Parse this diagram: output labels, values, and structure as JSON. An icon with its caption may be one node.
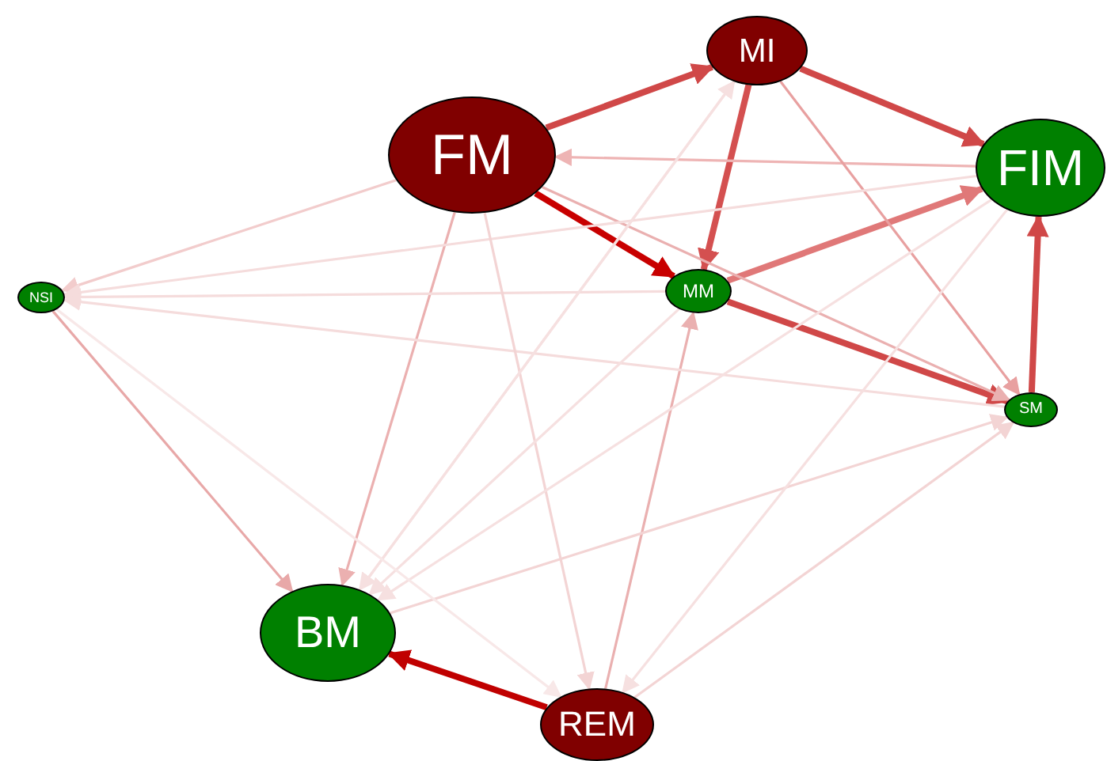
{
  "diagram": {
    "nodes": [
      {
        "text": [
          "FM"
        ]
      },
      {
        "text": [
          "MI"
        ]
      },
      {
        "text": [
          "FIM"
        ]
      },
      {
        "text": [
          "NSI"
        ]
      },
      {
        "text": [
          "MM"
        ]
      },
      {
        "text": [
          "SM"
        ]
      },
      {
        "text": [
          "BM"
        ]
      },
      {
        "text": [
          "REM"
        ]
      }
    ],
    "edges": [
      {
        "from": 0,
        "to": 1,
        "arrow": "to",
        "style": "thick",
        "color": "#d04848"
      },
      {
        "from": 1,
        "to": 2,
        "arrow": "to",
        "style": "thick",
        "color": "#d04848"
      },
      {
        "from": 0,
        "to": 4,
        "arrow": "to",
        "style": "thick",
        "color": "#c80000"
      },
      {
        "from": 1,
        "to": 4,
        "arrow": "to",
        "style": "thick",
        "color": "#d45050"
      },
      {
        "from": 4,
        "to": 2,
        "arrow": "to",
        "style": "thick",
        "color": "#e07878"
      },
      {
        "from": 4,
        "to": 5,
        "arrow": "to",
        "style": "thick",
        "color": "#d04848"
      },
      {
        "from": 5,
        "to": 2,
        "arrow": "to",
        "style": "thick",
        "color": "#d04848"
      },
      {
        "from": 7,
        "to": 6,
        "arrow": "to",
        "style": "thick",
        "color": "#c00000"
      },
      {
        "from": 2,
        "to": 0,
        "arrow": "to",
        "color": "#eeb4b4"
      },
      {
        "from": 1,
        "to": 5,
        "arrow": "to",
        "color": "#e8a0a0"
      },
      {
        "from": 0,
        "to": 5,
        "arrow": "to",
        "color": "#eab0b0"
      },
      {
        "from": 3,
        "to": 6,
        "arrow": "to",
        "color": "#e8a8a8"
      },
      {
        "from": 0,
        "to": 6,
        "arrow": "to",
        "color": "#ebb0b0"
      },
      {
        "from": 7,
        "to": 4,
        "arrow": "to",
        "color": "#eab0b0"
      },
      {
        "from": 0,
        "to": 3,
        "arrow": "to",
        "color": "#f2cccc"
      },
      {
        "from": 2,
        "to": 3,
        "arrow": "to",
        "color": "#f5dcdc"
      },
      {
        "from": 4,
        "to": 3,
        "arrow": "to",
        "color": "#f5dcdc"
      },
      {
        "from": 5,
        "to": 3,
        "arrow": "to",
        "color": "#f5dcdc"
      },
      {
        "from": 0,
        "to": 7,
        "arrow": "to",
        "color": "#f3d4d4"
      },
      {
        "from": 6,
        "to": 5,
        "arrow": "to",
        "color": "#f3d4d4"
      },
      {
        "from": 7,
        "to": 5,
        "arrow": "to",
        "color": "#f3d4d4"
      },
      {
        "from": 1,
        "to": 6,
        "arrow": "to",
        "color": "#f6e0e0"
      },
      {
        "from": 4,
        "to": 6,
        "arrow": "to",
        "color": "#f6e0e0"
      },
      {
        "from": 2,
        "to": 6,
        "arrow": "to",
        "color": "#f6e0e0"
      },
      {
        "from": 6,
        "to": 1,
        "arrow": "to",
        "color": "#f6e0e0"
      },
      {
        "from": 3,
        "to": 7,
        "arrow": "to",
        "color": "#f8e8e8"
      },
      {
        "from": 2,
        "to": 7,
        "arrow": "to",
        "color": "#f6e0e0"
      }
    ]
  }
}
